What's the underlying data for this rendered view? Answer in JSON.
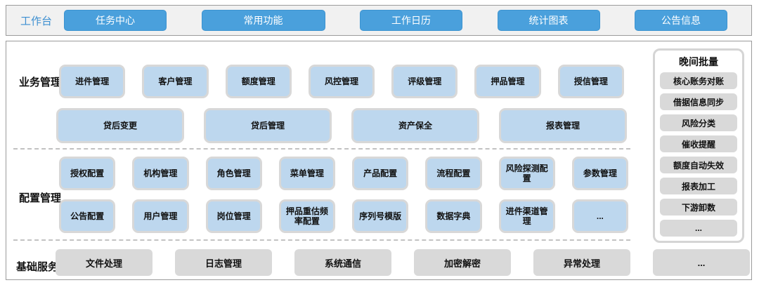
{
  "topbar": {
    "label": "工作台",
    "buttons": [
      "任务中心",
      "常用功能",
      "工作日历",
      "统计图表",
      "公告信息"
    ]
  },
  "sections": {
    "business": {
      "label": "业务管理",
      "row1": [
        "进件管理",
        "客户管理",
        "额度管理",
        "风控管理",
        "评级管理",
        "押品管理",
        "授信管理"
      ],
      "row2": [
        "贷后变更",
        "贷后管理",
        "资产保全",
        "报表管理"
      ]
    },
    "config": {
      "label": "配置管理",
      "row1": [
        "授权配置",
        "机构管理",
        "角色管理",
        "菜单管理",
        "产品配置",
        "流程配置",
        "风险探测配置",
        "参数管理"
      ],
      "row2": [
        "公告配置",
        "用户管理",
        "岗位管理",
        "押品重估频率配置",
        "序列号模版",
        "数据字典",
        "进件渠道管理",
        "..."
      ]
    },
    "basic": {
      "label": "基础服务",
      "items": [
        "文件处理",
        "日志管理",
        "系统通信",
        "加密解密",
        "异常处理",
        "..."
      ]
    }
  },
  "sidebar": {
    "title": "晚间批量",
    "items": [
      "核心账务对账",
      "借据信息同步",
      "风险分类",
      "催收提醒",
      "额度自动失效",
      "报表加工",
      "下游卸数",
      "..."
    ]
  },
  "colors": {
    "accent_blue": "#4aa0dc",
    "label_blue": "#3d8fd1",
    "module_blue": "#bdd7ee",
    "module_border": "#d8d8d8",
    "module_gray": "#d9d9d9",
    "topbar_bg": "#f1f1f1",
    "panel_border": "#9b9b9b"
  }
}
